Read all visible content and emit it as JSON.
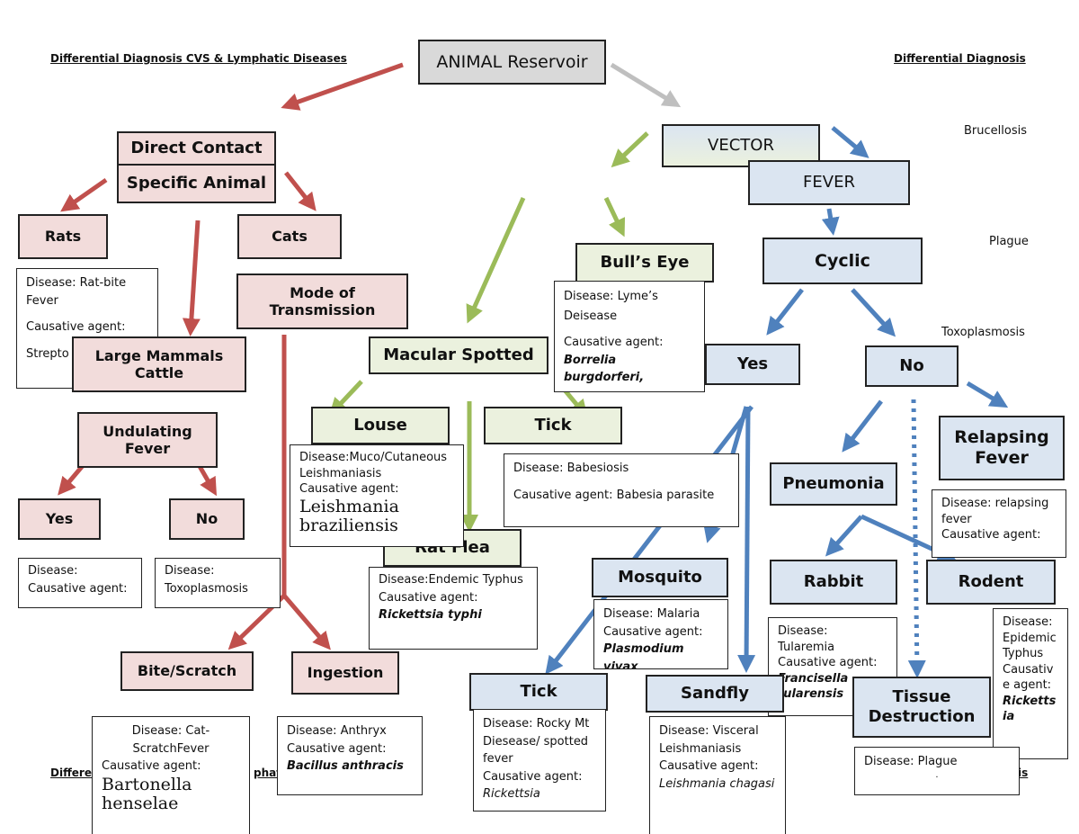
{
  "headers": {
    "left": "Differential Diagnosis CVS & Lymphatic Diseases",
    "right": "Differential Diagnosis",
    "bottom_left_a": "Differe",
    "bottom_left_b": "phat",
    "bottom_right": "is"
  },
  "side_labels": [
    "Brucellosis",
    "Plague",
    "Toxoplasmosis"
  ],
  "nodes": {
    "root": "ANIMAL Reservoir",
    "direct_contact": "Direct Contact",
    "specific_animal": "Specific Animal",
    "rats": "Rats",
    "cats": "Cats",
    "mode_transmission": "Mode of Transmission",
    "large_mammals": "Large Mammals Cattle",
    "undulating_fever": "Undulating Fever",
    "yes_left": "Yes",
    "no_left": "No",
    "bite_scratch": "Bite/Scratch",
    "ingestion": "Ingestion",
    "macular_spotted": "Macular Spotted",
    "louse": "Louse",
    "tick_green": "Tick",
    "rat_flea": "Rat Flea",
    "bulls_eye": "Bull’s Eye",
    "vector": "VECTOR",
    "fever": "FEVER",
    "cyclic": "Cyclic",
    "yes_right": "Yes",
    "no_right": "No",
    "relapsing_fever": "Relapsing Fever",
    "pneumonia": "Pneumonia",
    "rabbit": "Rabbit",
    "rodent": "Rodent",
    "mosquito": "Mosquito",
    "tick_blue": "Tick",
    "sandfly": "Sandfly",
    "tissue_destruction": "Tissue Destruction"
  },
  "boxes": {
    "rat_bite": {
      "disease": "Disease: Rat-bite Fever",
      "agent": "Causative agent:",
      "strep": "Strepto"
    },
    "yes_left": {
      "disease": "Disease:",
      "agent": "Causative agent:"
    },
    "no_left": {
      "disease": "Disease:",
      "value": "Toxoplasmosis"
    },
    "cat_scratch": {
      "disease": "Disease: Cat-ScratchFever",
      "agent": "Causative agent:",
      "organism": "Bartonella henselae"
    },
    "anthrax": {
      "disease": "Disease: Anthryx",
      "agent": "Causative agent:",
      "organism": "Bacillus anthracis"
    },
    "leishmaniasis_muco": {
      "disease": "Disease:Muco/Cutaneous Leishmaniasis",
      "agent": "Causative agent:",
      "organism": "Leishmania braziliensis"
    },
    "babesiosis": {
      "disease": "Disease: Babesiosis",
      "agent": "Causative agent: Babesia parasite"
    },
    "lyme": {
      "disease": "Disease: Lyme’s Deisease",
      "agent": "Causative agent:",
      "organism": "Borrelia burgdorferi,"
    },
    "typhus_endemic": {
      "disease": "Disease:Endemic Typhus",
      "agent": "Causative agent:",
      "organism": "Rickettsia typhi"
    },
    "malaria": {
      "disease": "Disease: Malaria",
      "agent": "Causative agent:",
      "organism": "Plasmodium vivax"
    },
    "rocky_mt": {
      "disease": "Disease: Rocky Mt Diesease/ spotted fever",
      "agent": "Causative agent:",
      "organism": "Rickettsia"
    },
    "visceral": {
      "disease": "Disease: Visceral Leishmaniasis",
      "agent": "Causative agent:",
      "organism": "Leishmania chagasi"
    },
    "tularemia": {
      "disease": "Disease: Tularemia",
      "agent": "Causative agent:",
      "organism": "Francisella tularensis"
    },
    "plague": {
      "disease": "Disease: Plague",
      "mark": "."
    },
    "relapsing": {
      "disease": "Disease: relapsing fever",
      "agent": "Causative agent:"
    },
    "epidemic": {
      "disease": "Disease: Epidemic Typhus",
      "agent": "Causative agent:",
      "organism": "Rickettsia"
    }
  },
  "colors": {
    "red_arrow": "#c0504d",
    "green_arrow": "#9bbb59",
    "blue_arrow": "#4f81bd",
    "gray_arrow": "#bfbfbf",
    "pink_fill": "#f2dcdb",
    "green_fill": "#ebf1de",
    "blue_fill": "#dbe5f1"
  }
}
